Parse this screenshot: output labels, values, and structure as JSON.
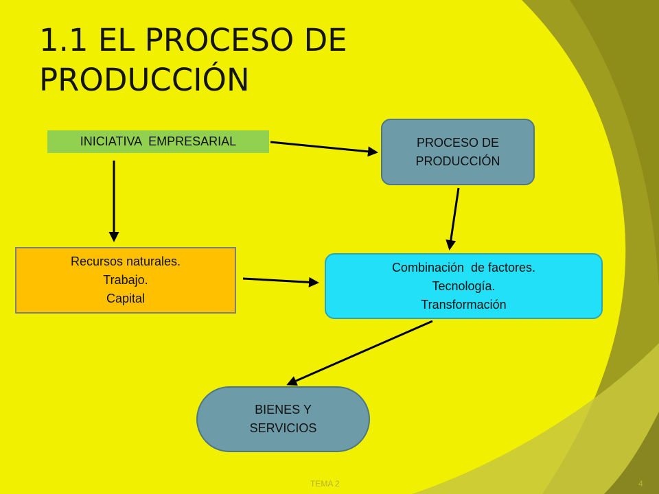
{
  "slide": {
    "title_line1": "1.1 EL PROCESO DE",
    "title_line2": "PRODUCCIÓN",
    "footer_label": "TEMA 2",
    "page_number": "4"
  },
  "diagram": {
    "initiative": "INICIATIVA  EMPRESARIAL",
    "process": [
      "PROCESO DE",
      "PRODUCCIÓN"
    ],
    "resources": [
      "Recursos naturales.",
      "Trabajo.",
      "Capital"
    ],
    "combination": [
      "Combinación  de factores.",
      "Tecnología.",
      "Transformación"
    ],
    "goods": [
      "BIENES Y",
      "SERVICIOS"
    ]
  },
  "colors": {
    "background": "#f0f000",
    "decor_dark": "#9f9d1f",
    "decor_light": "#c8c73c",
    "initiative_box": "#92d050",
    "process_box": "#6d9ba8",
    "resources_box": "#ffc000",
    "combination_box": "#22e0f7",
    "goods_box": "#6d9ba8",
    "arrows": "#000000"
  }
}
